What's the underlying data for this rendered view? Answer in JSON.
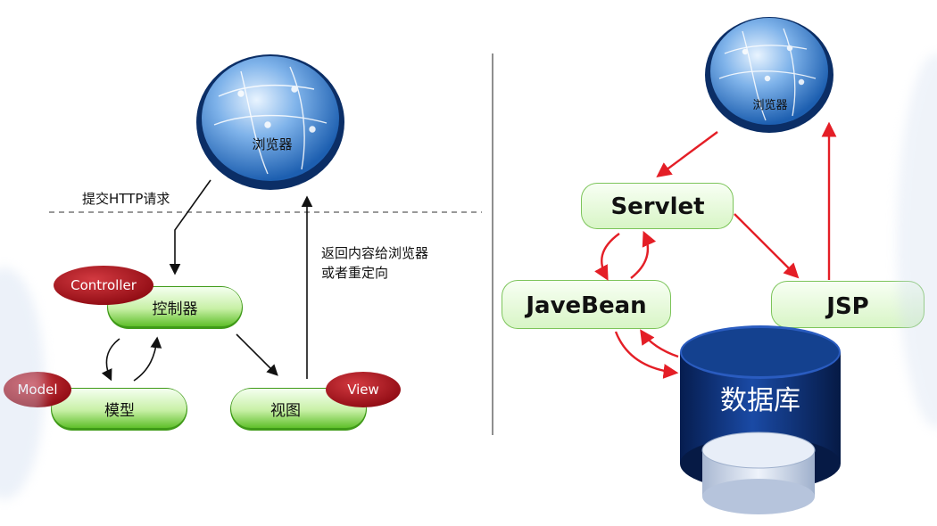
{
  "left": {
    "browser_label": "浏览器",
    "submit_label": "提交HTTP请求",
    "return_label_line1": "返回内容给浏览器",
    "return_label_line2": "或者重定向",
    "controller_label": "控制器",
    "controller_tag": "Controller",
    "model_label": "模型",
    "model_tag": "Model",
    "view_label": "视图",
    "view_tag": "View"
  },
  "right": {
    "browser_label": "浏览器",
    "servlet_label": "Servlet",
    "javabean_label": "JaveBean",
    "jsp_label": "JSP",
    "database_label": "数据库"
  },
  "colors": {
    "pill_green": "#c9f0a8",
    "pill_green_dark": "#5fbf2a",
    "tag_red": "#b0121b",
    "arrow_red": "#e41e26",
    "globe_blue": "#4f8fd6",
    "db_navy": "#0d2f72"
  }
}
